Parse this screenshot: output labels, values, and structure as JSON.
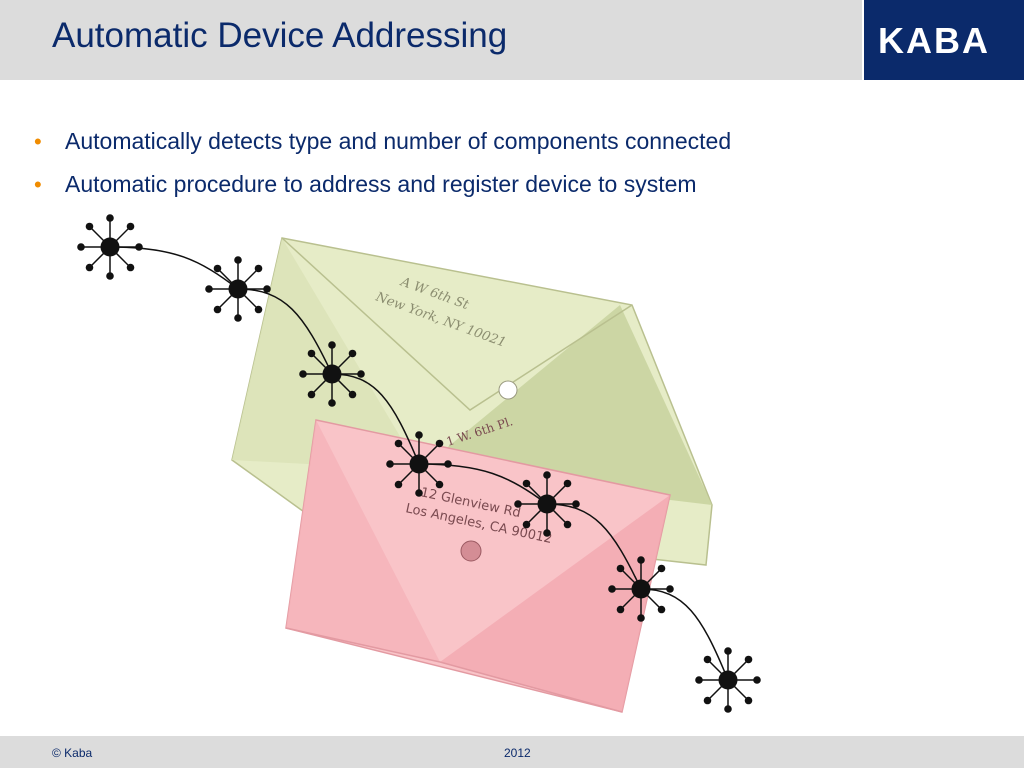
{
  "slide": {
    "title": "Automatic Device Addressing",
    "bullets": [
      "Automatically detects type and number of components connected",
      "Automatic procedure to address and register device to system"
    ]
  },
  "logo": {
    "text": "KABA",
    "icon": "kaba-logo"
  },
  "graphic": {
    "envelope_back_text": [
      "A W 6th St",
      "New York, NY 10021"
    ],
    "envelope_front_text": [
      "1 W. 6th Pl.",
      "12 Glenview Rd",
      "Los Angeles, CA 90012"
    ],
    "network_nodes": 7,
    "icon": "device-network-icon"
  },
  "footer": {
    "copyright": "© Kaba",
    "year": "2012"
  },
  "colors": {
    "brand_navy": "#0b2a6b",
    "bullet_orange": "#f08c00",
    "band_grey": "#dcdcdc",
    "envelope_green": "#d6dfb3",
    "envelope_pink": "#f7b8bd"
  }
}
